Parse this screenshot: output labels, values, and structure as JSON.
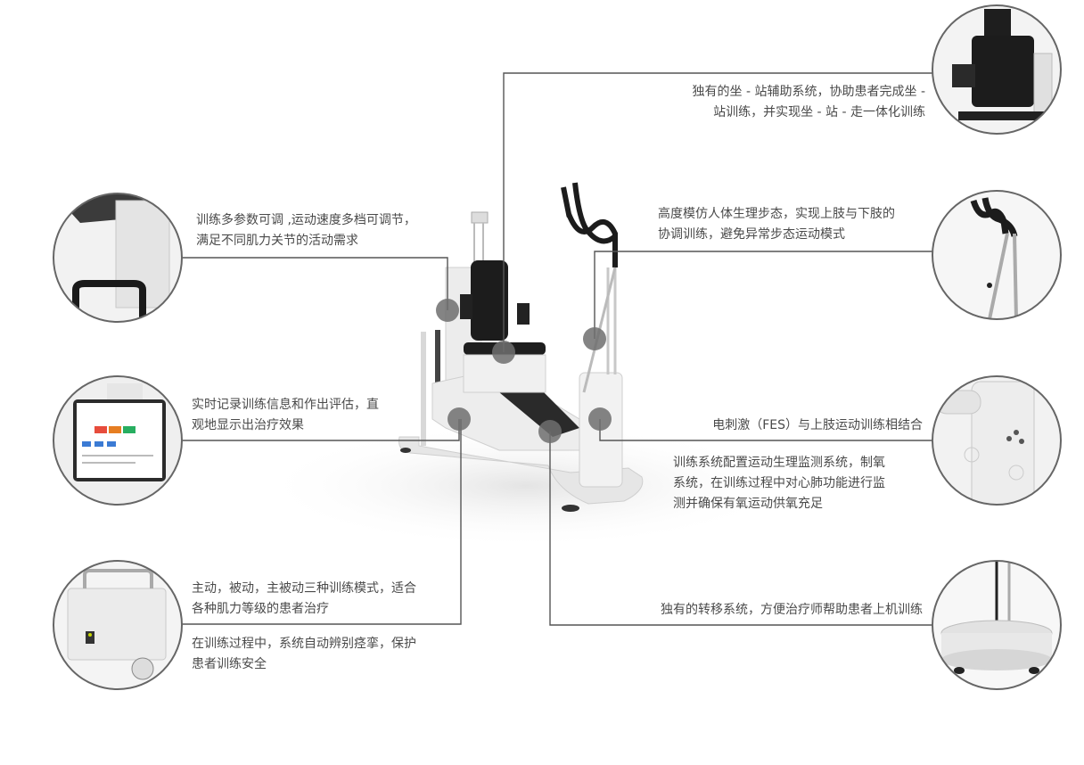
{
  "callouts": {
    "sit_stand": "独有的坐 - 站辅助系统，协助患者完成坐 -\n站训练，并实现坐 - 站 - 走一体化训练",
    "gait": "高度模仿人体生理步态，实现上肢与下肢的\n协调训练，避免异常步态运动模式",
    "fes": "电刺激（FES）与上肢运动训练相结合",
    "monitor": "训练系统配置运动生理监测系统，制氧\n系统，在训练过程中对心肺功能进行监\n测并确保有氧运动供氧充足",
    "transfer": "独有的转移系统，方便治疗师帮助患者上机训练",
    "params": "训练多参数可调 ,运动速度多档可调节，\n满足不同肌力关节的活动需求",
    "record": "实时记录训练信息和作出评估，直\n观地显示出治疗效果",
    "modes": "主动，被动，主被动三种训练模式，适合\n各种肌力等级的患者治疗",
    "safety": "在训练过程中，系统自动辨别痉挛，保护\n患者训练安全"
  },
  "colors": {
    "line": "#555555",
    "marker": "#6e6e6e",
    "machine": "#e9e9e9",
    "seat": "#1c1c1c"
  }
}
